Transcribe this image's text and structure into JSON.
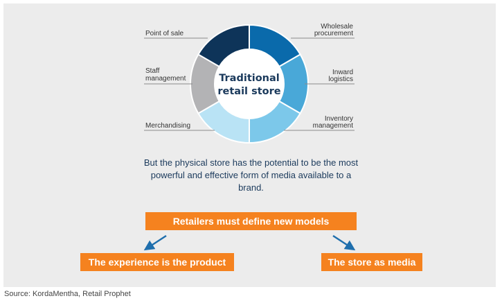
{
  "diagram": {
    "center_line1": "Traditional",
    "center_line2": "retail store",
    "segments": [
      {
        "id": "wholesale",
        "line1": "Wholesale",
        "line2": "procurement",
        "color": "#0a6aab"
      },
      {
        "id": "inward",
        "line1": "Inward",
        "line2": "logistics",
        "color": "#49a8d8"
      },
      {
        "id": "inventory",
        "line1": "Inventory",
        "line2": "management",
        "color": "#7cc8ea"
      },
      {
        "id": "merchandising",
        "line1": "Merchandising",
        "line2": "",
        "color": "#b9e3f5"
      },
      {
        "id": "staff",
        "line1": "Staff",
        "line2": "management",
        "color": "#b3b3b5"
      },
      {
        "id": "pos",
        "line1": "Point of sale",
        "line2": "",
        "color": "#0e3459"
      }
    ]
  },
  "message": "But the physical store has the potential to be the most powerful and effective form of media available to a brand.",
  "boxes": {
    "top": "Retailers must define new models",
    "left": "The experience is the product",
    "right": "The store as media"
  },
  "source": "Source: KordaMentha, Retail Prophet",
  "colors": {
    "panel_bg": "#ececec",
    "orange": "#f5821f",
    "navy_text": "#1b3a5c",
    "arrow_blue": "#1f6fad"
  }
}
